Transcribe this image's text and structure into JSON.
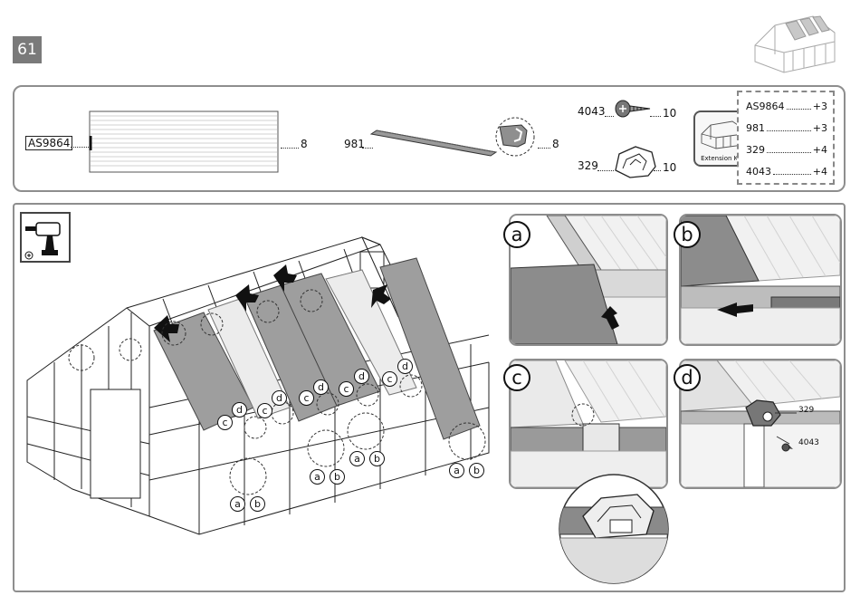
{
  "page": {
    "number": "61"
  },
  "parts": {
    "panel": {
      "code": "AS9864",
      "qty": "8"
    },
    "bar": {
      "code": "981",
      "qty": "8"
    },
    "screw": {
      "code": "4043",
      "qty": "10"
    },
    "clip": {
      "code": "329",
      "qty": "10"
    }
  },
  "extension_kit": {
    "label": "Extension Kit",
    "items": [
      {
        "code": "AS9864",
        "qty": "+3"
      },
      {
        "code": "981",
        "qty": "+3"
      },
      {
        "code": "329",
        "qty": "+4"
      },
      {
        "code": "4043",
        "qty": "+4"
      }
    ]
  },
  "detail_steps": {
    "a": "a",
    "b": "b",
    "c": "c",
    "d": "d"
  },
  "detail_d_callouts": {
    "clip": "329",
    "screw": "4043"
  },
  "markers": {
    "a": "a",
    "b": "b",
    "c": "c",
    "d": "d"
  }
}
